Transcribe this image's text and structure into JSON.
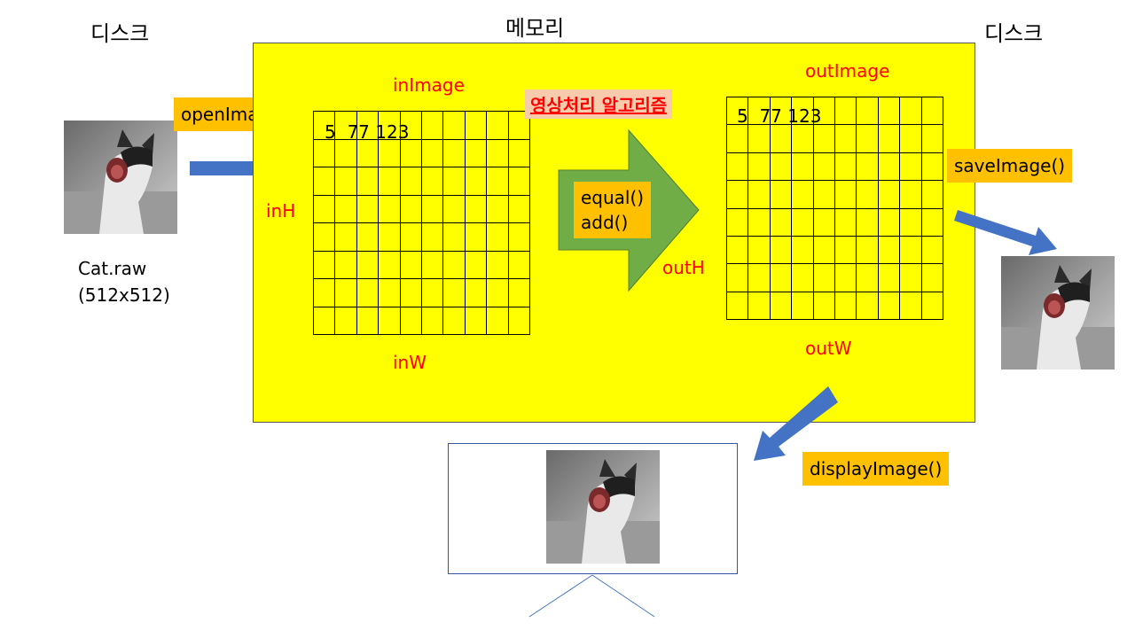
{
  "labels": {
    "disk_left": "디스크",
    "memory": "메모리",
    "disk_right": "디스크",
    "in_image": "inImage",
    "out_image": "outImage",
    "in_h": "inH",
    "in_w": "inW",
    "out_h": "outH",
    "out_w": "outW",
    "algorithm": "영상처리 알고리즘"
  },
  "functions": {
    "open": "openImage()",
    "save": "saveImage()",
    "display": "displayImage()",
    "equal": "equal()",
    "add": "add()"
  },
  "in_values": "5  77 123",
  "out_values": "5  77 123",
  "file": {
    "name": "Cat.raw",
    "size": "(512x512)"
  },
  "colors": {
    "memory_bg": "#ffff00",
    "function_box": "#ffc000",
    "arrow_blue": "#4472c4",
    "arrow_green": "#70ad47",
    "label_red": "#ff0000"
  },
  "icons": [
    "cat-photo",
    "blue-arrow",
    "green-process-arrow"
  ]
}
